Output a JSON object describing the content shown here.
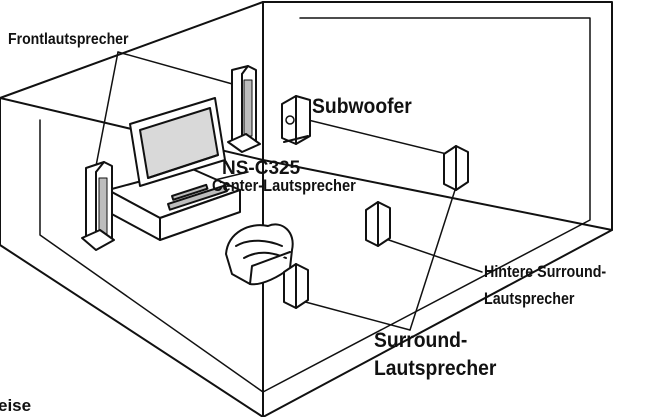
{
  "labels": {
    "front": "Frontlautsprecher",
    "subwoofer": "Subwoofer",
    "center_model": "NS-C325",
    "center": "Center-Lautsprecher",
    "rear_surround_1": "Hintere Surround-",
    "rear_surround_2": "Lautsprecher",
    "surround_1": "Surround-",
    "surround_2": "Lautsprecher",
    "cut_text": "eise"
  },
  "colors": {
    "line": "#111111",
    "background": "#ffffff",
    "speaker_fill": "#ffffff",
    "shade": "#bdbdbd"
  }
}
